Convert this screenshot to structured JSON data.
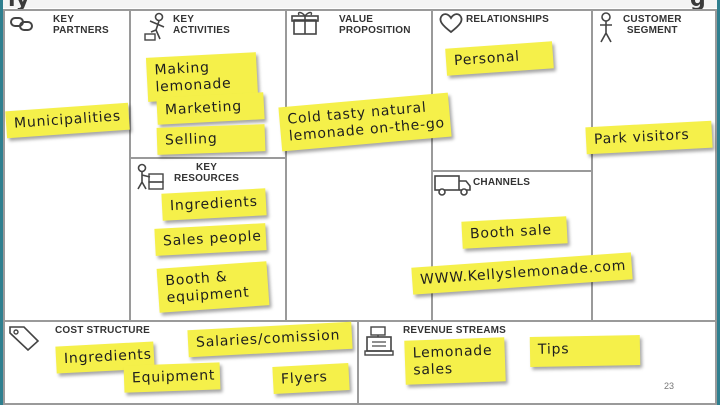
{
  "canvas": {
    "title_fragment_left": "ly",
    "title_fragment_right": "g"
  },
  "blocks": {
    "key_partners": {
      "header": [
        "KEY",
        "PARTNERS"
      ],
      "icon": "chain-link-icon"
    },
    "key_activities": {
      "header": [
        "KEY",
        "ACTIVITIES"
      ],
      "icon": "person-working-icon"
    },
    "key_resources": {
      "header": [
        "KEY",
        "RESOURCES"
      ],
      "icon": "worker-with-boxes-icon"
    },
    "value_proposition": {
      "header": [
        "VALUE",
        "PROPOSITION"
      ],
      "icon": "gift-box-icon"
    },
    "relationships": {
      "header": [
        "RELATIONSHIPS"
      ],
      "icon": "heart-icon"
    },
    "channels": {
      "header": [
        "CHANNELS"
      ],
      "icon": "delivery-truck-icon"
    },
    "customer_segment": {
      "header": [
        "CUSTOMER",
        "SEGMENT"
      ],
      "icon": "person-icon"
    },
    "cost_structure": {
      "header": [
        "COST STRUCTURE"
      ],
      "icon": "price-tag-icon"
    },
    "revenue_streams": {
      "header": [
        "REVENUE STREAMS"
      ],
      "icon": "cash-register-icon"
    }
  },
  "notes": {
    "municipalities": "Municipalities",
    "making_lemonade": [
      "Making",
      "lemonade"
    ],
    "marketing": "Marketing",
    "selling": "Selling",
    "ingredients_resource": "Ingredients",
    "sales_people": "Sales people",
    "booth_equipment": [
      "Booth &",
      "equipment"
    ],
    "value_prop": [
      "Cold tasty natural",
      "lemonade on-the-go"
    ],
    "personal": "Personal",
    "booth_sale": "Booth sale",
    "website": "WWW.Kellyslemonade.com",
    "park_visitors": "Park visitors",
    "cost_ingredients": "Ingredients",
    "cost_equipment": "Equipment",
    "salaries": "Salaries/comission",
    "flyers": "Flyers",
    "lemonade_sales": [
      "Lemonade",
      "sales"
    ],
    "tips": "Tips"
  },
  "page_number": "23",
  "colors": {
    "note": "#f5f04a",
    "border": "#9a9a9a",
    "side_bar": "#2f7f8f"
  }
}
